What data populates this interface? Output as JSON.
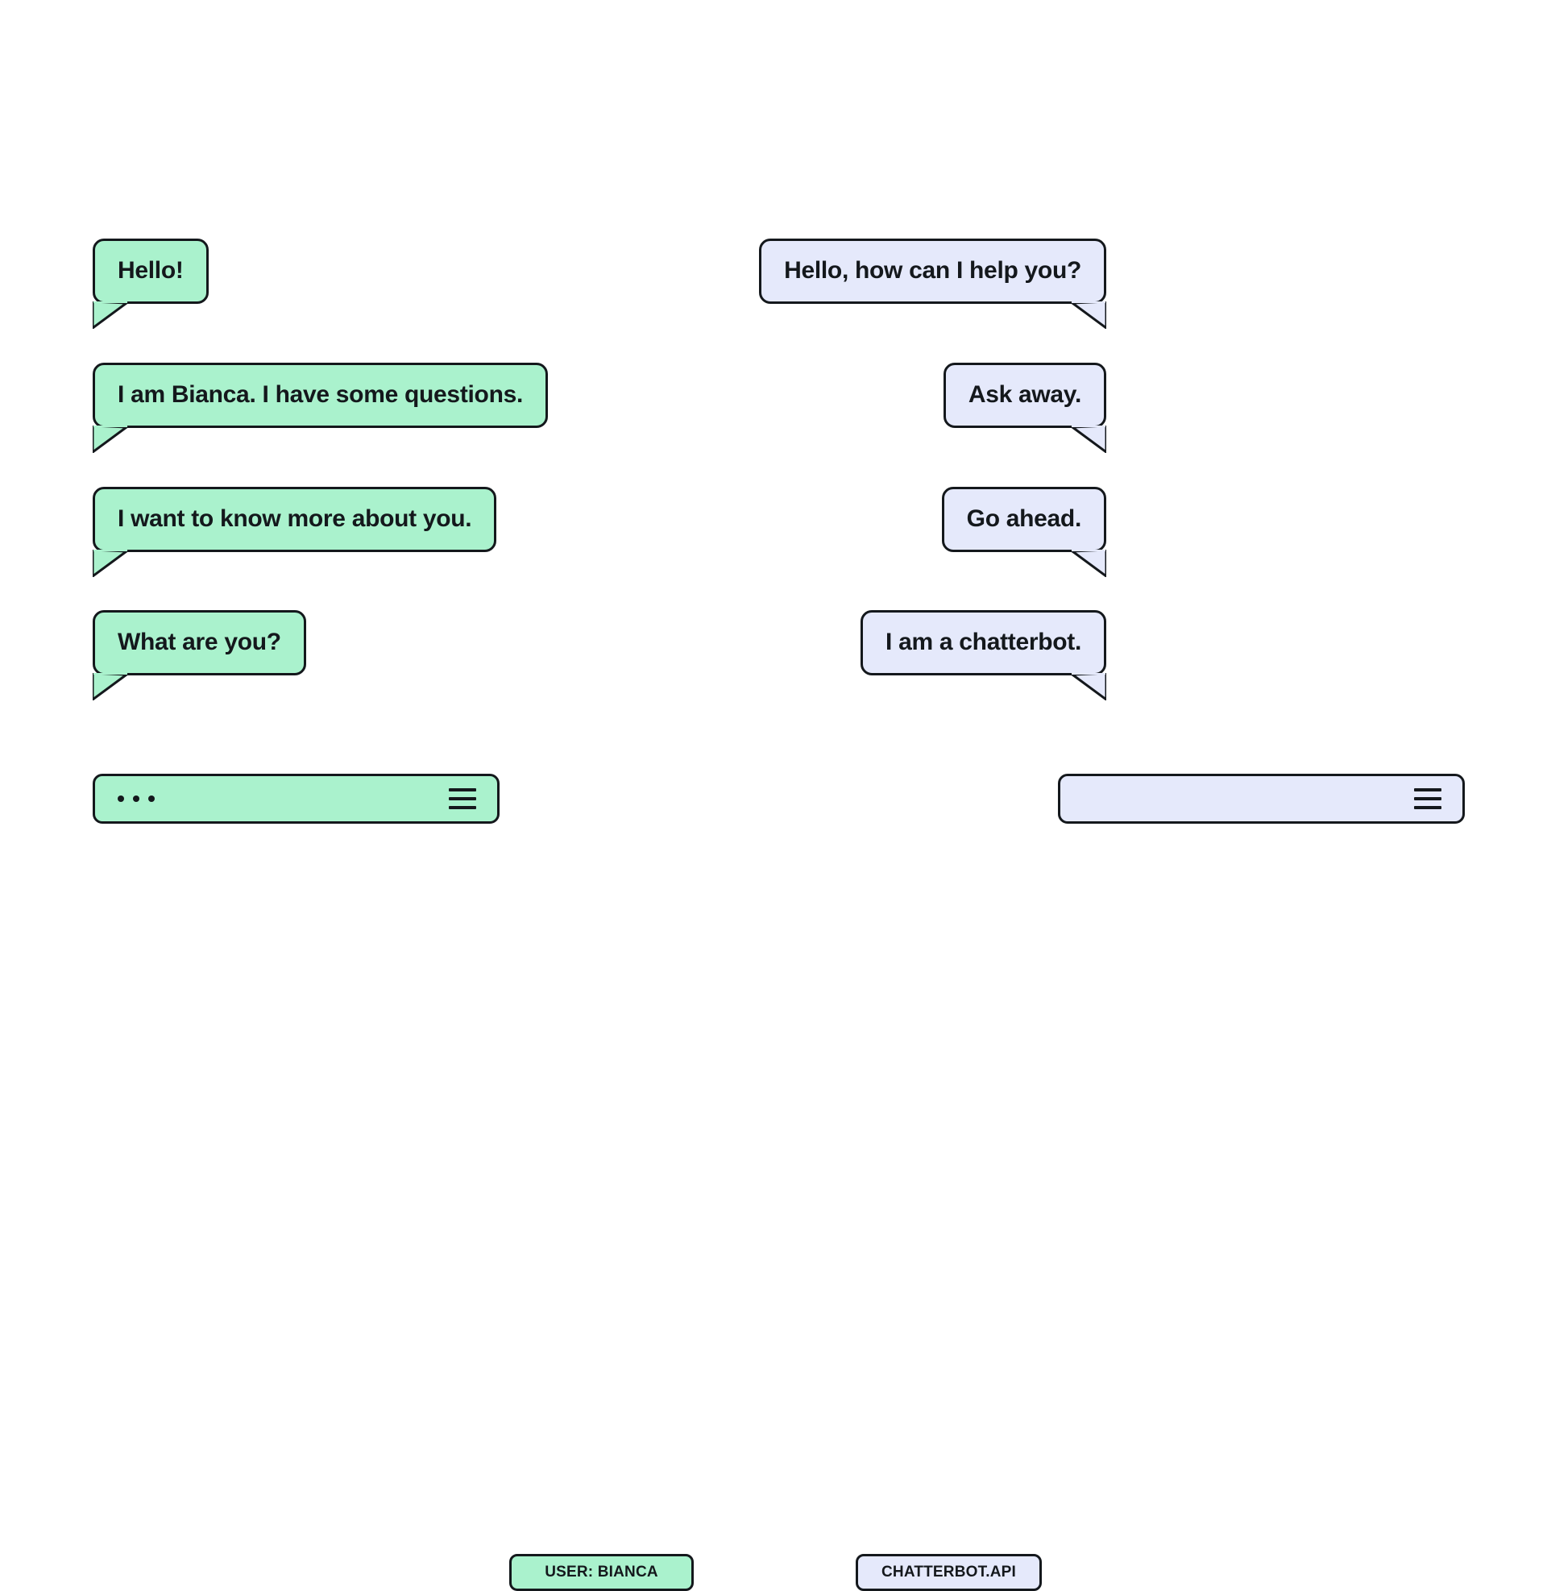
{
  "theme": {
    "background": "#ffffff",
    "user_fill": "#aaf2cd",
    "bot_fill": "#e5e9fb",
    "outline": "#14181c",
    "text": "#14181c"
  },
  "conversation": {
    "messages": [
      {
        "id": "m1",
        "side": "left",
        "speaker": "user",
        "text": "Hello!"
      },
      {
        "id": "m2",
        "side": "right",
        "speaker": "bot",
        "text": "Hello, how can I help you?"
      },
      {
        "id": "m3",
        "side": "left",
        "speaker": "user",
        "text": "I am Bianca. I have some questions."
      },
      {
        "id": "m4",
        "side": "right",
        "speaker": "bot",
        "text": "Ask away."
      },
      {
        "id": "m5",
        "side": "left",
        "speaker": "user",
        "text": "I want to know more about you."
      },
      {
        "id": "m6",
        "side": "right",
        "speaker": "bot",
        "text": "Go ahead."
      },
      {
        "id": "m7",
        "side": "left",
        "speaker": "user",
        "text": "What are you?"
      },
      {
        "id": "m8",
        "side": "right",
        "speaker": "bot",
        "text": "I am a chatterbot."
      }
    ]
  },
  "composer_user": {
    "value": "",
    "typing_indicator": "...",
    "menu_icon": "hamburger-menu-icon"
  },
  "composer_bot": {
    "value": "",
    "menu_icon": "hamburger-menu-icon"
  },
  "tags": {
    "user_label": "USER: BIANCA",
    "bot_label": "CHATTERBOT.API"
  }
}
